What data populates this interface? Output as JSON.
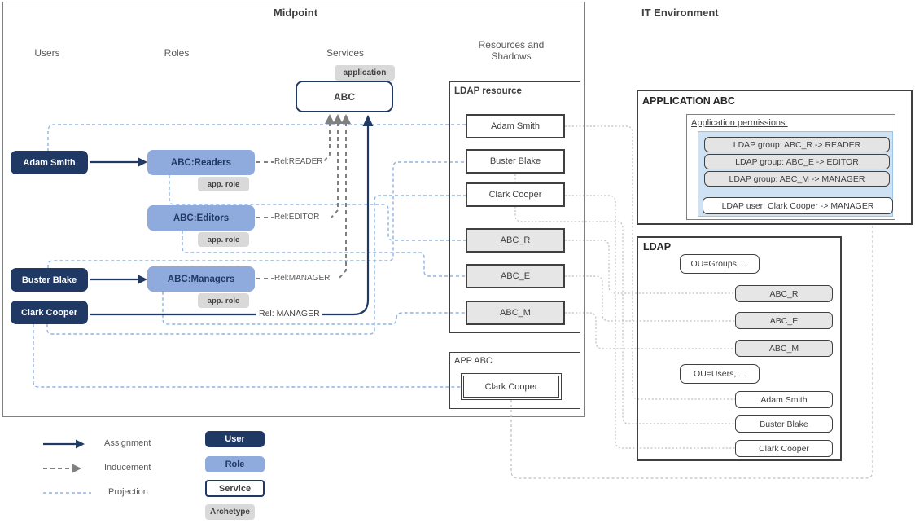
{
  "colors": {
    "navy": "#1F3864",
    "role_blue": "#8FAADC",
    "projection_blue": "#8EB4E3",
    "inducement_gray": "#808080",
    "connector_gray": "#BFBFBF",
    "tag_gray": "#D9D9D9",
    "shadow_gray": "#E7E6E6",
    "panel_blue": "#CFE2F3"
  },
  "midpoint": {
    "title": "Midpoint",
    "columns": {
      "users": "Users",
      "roles": "Roles",
      "services": "Services",
      "resources_line1": "Resources and",
      "resources_line2": "Shadows"
    },
    "users": [
      {
        "label": "Adam Smith"
      },
      {
        "label": "Buster Blake"
      },
      {
        "label": "Clark Cooper"
      }
    ],
    "roles": [
      {
        "label": "ABC:Readers",
        "tag": "app. role"
      },
      {
        "label": "ABC:Editors",
        "tag": "app. role"
      },
      {
        "label": "ABC:Managers",
        "tag": "app. role"
      }
    ],
    "service": {
      "label": "ABC",
      "tag": "application"
    },
    "rel_labels": {
      "reader": "Rel:READER",
      "editor": "Rel:EDITOR",
      "manager": "Rel:MANAGER",
      "assignment_manager": "Rel: MANAGER"
    },
    "ldap_resource": {
      "title": "LDAP resource",
      "accounts": [
        "Adam Smith",
        "Buster Blake",
        "Clark Cooper"
      ],
      "groups": [
        "ABC_R",
        "ABC_E",
        "ABC_M"
      ]
    },
    "app_resource": {
      "title": "APP ABC",
      "account": "Clark Cooper"
    }
  },
  "it_environment": {
    "title": "IT Environment",
    "application": {
      "title": "APPLICATION ABC",
      "permissions_title": "Application permissions:",
      "group_permissions": [
        "LDAP group: ABC_R  ->  READER",
        "LDAP group: ABC_E  ->  EDITOR",
        "LDAP group: ABC_M  ->  MANAGER"
      ],
      "user_permission": "LDAP user: Clark Cooper -> MANAGER"
    },
    "ldap": {
      "title": "LDAP",
      "ou_groups": "OU=Groups, ...",
      "groups": [
        "ABC_R",
        "ABC_E",
        "ABC_M"
      ],
      "ou_users": "OU=Users, ...",
      "users": [
        "Adam Smith",
        "Buster Blake",
        "Clark Cooper"
      ]
    }
  },
  "legend": {
    "lines": [
      {
        "label": "Assignment"
      },
      {
        "label": "Inducement"
      },
      {
        "label": "Projection"
      }
    ],
    "swatches": [
      {
        "label": "User"
      },
      {
        "label": "Role"
      },
      {
        "label": "Service"
      },
      {
        "label": "Archetype"
      }
    ]
  }
}
